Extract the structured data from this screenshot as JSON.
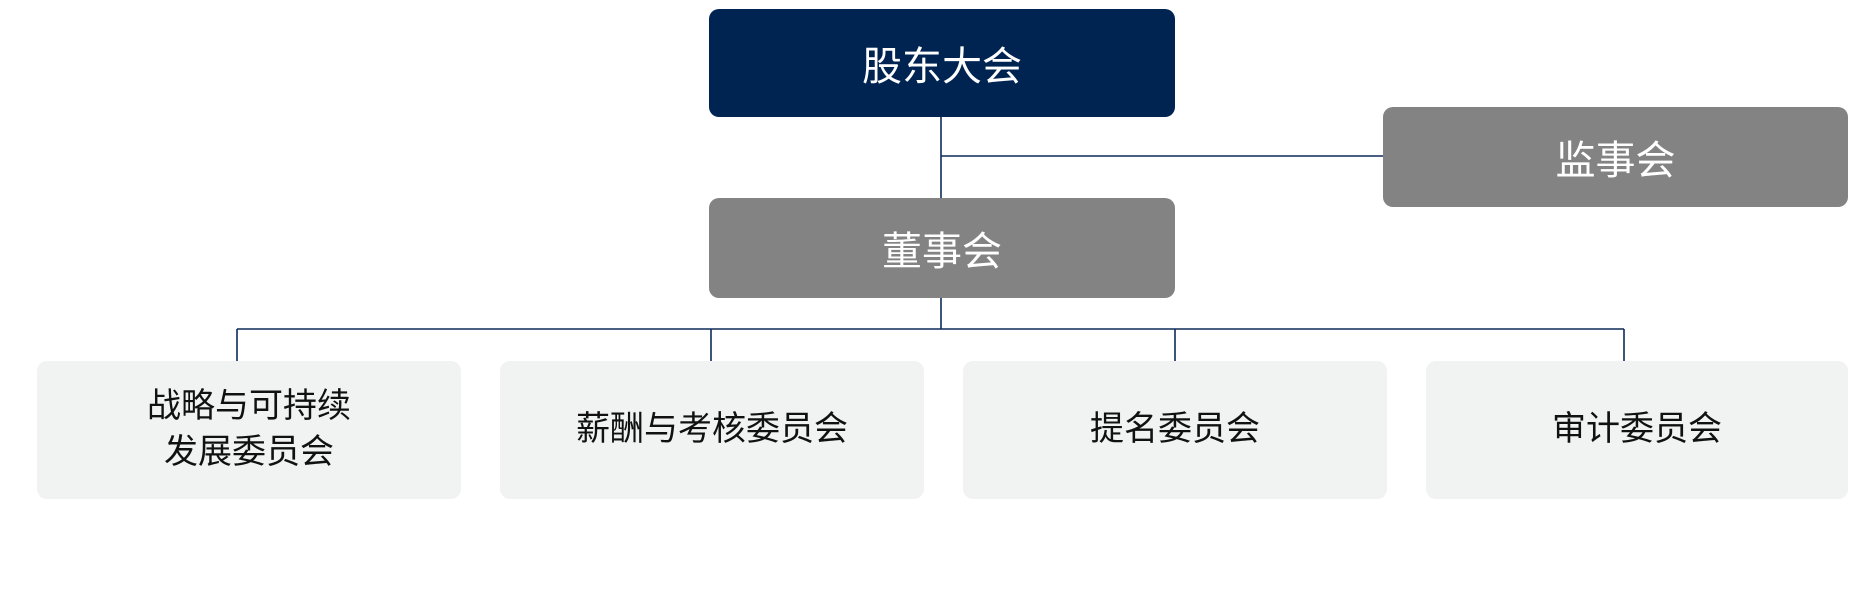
{
  "diagram": {
    "shareholders_meeting": "股东大会",
    "supervisory_board": "监事会",
    "board_of_directors": "董事会",
    "committees": [
      {
        "lines": [
          "战略与可持续",
          "发展委员会"
        ]
      },
      {
        "lines": [
          "薪酬与考核委员会"
        ]
      },
      {
        "lines": [
          "提名委员会"
        ]
      },
      {
        "lines": [
          "审计委员会"
        ]
      }
    ]
  },
  "colors": {
    "primary": "#002452",
    "gray": "#838383",
    "light": "#f1f2f2",
    "connector": "#0d2b5a"
  }
}
